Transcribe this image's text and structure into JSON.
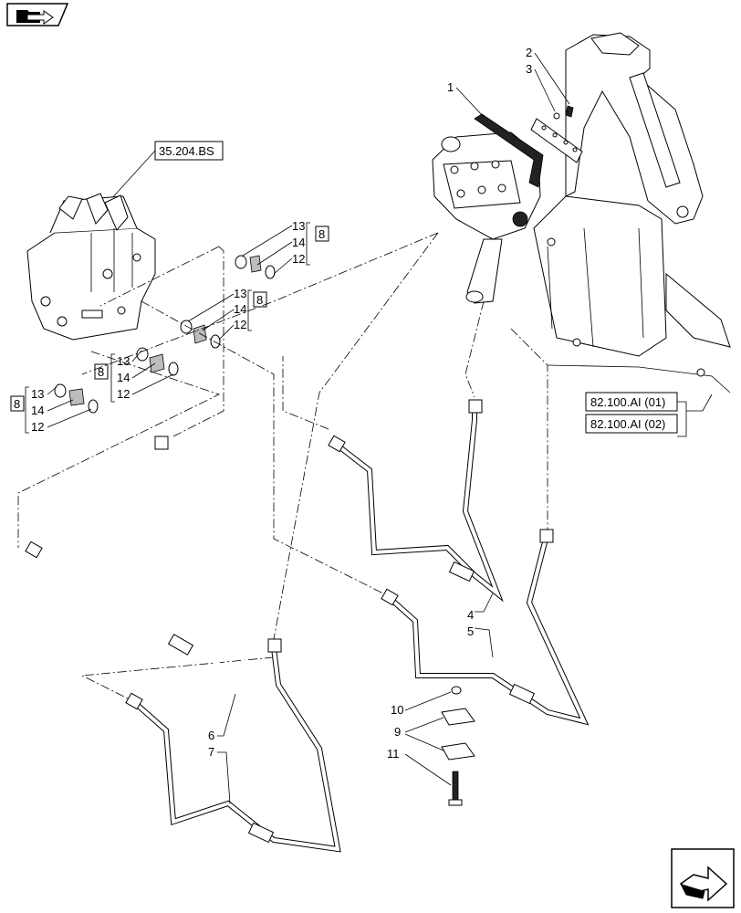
{
  "nav": {
    "back_icon": "folder-back-icon",
    "next_icon": "next-page-arrow-icon"
  },
  "refs": {
    "valve_ref": "35.204.BS",
    "loader_ref_1": "82.100.AI (01)",
    "loader_ref_2": "82.100.AI (02)"
  },
  "callouts": {
    "c1": "1",
    "c2": "2",
    "c3": "3",
    "c4": "4",
    "c5": "5",
    "c6": "6",
    "c7": "7",
    "c9": "9",
    "c10": "10",
    "c11": "11",
    "k8": "8",
    "k12": "12",
    "k13": "13",
    "k14": "14"
  }
}
